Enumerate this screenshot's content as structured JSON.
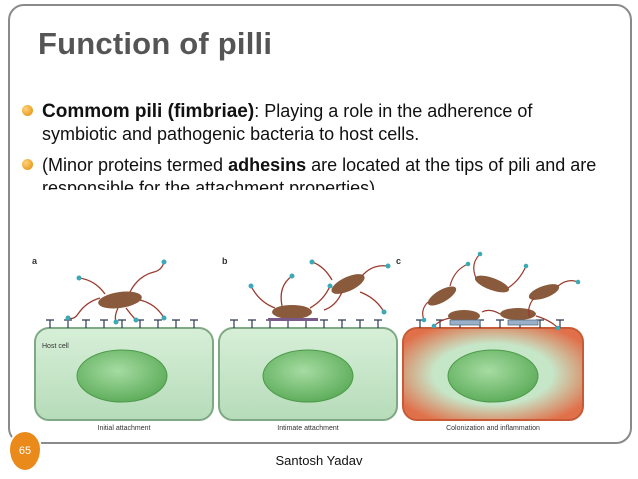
{
  "slide": {
    "title": "Function of pilli",
    "bullets": [
      {
        "lead": "Commom  pili (fimbriae)",
        "text": ": Playing a role in the adherence of symbiotic and pathogenic bacteria to host cells."
      },
      {
        "pre": "(Minor proteins termed ",
        "bold": "adhesins",
        "post": " are located at the tips of pili and are responsible for the attachment properties)."
      }
    ],
    "figure": {
      "panels": [
        {
          "letter": "a",
          "caption": "Initial attachment",
          "label": "Host cell"
        },
        {
          "letter": "b",
          "caption": "Intimate attachment"
        },
        {
          "letter": "c",
          "caption": "Colonization and inflammation"
        }
      ]
    },
    "slide_number": "65",
    "footer": "Santosh Yadav"
  },
  "colors": {
    "title": "#555555",
    "bullet_dot": "#e08a00",
    "slide_number_badge": "#e98a1a",
    "cell_fill": "#c6e6c8",
    "nucleus": "#7cc77a",
    "bacterium": "#8a5a3c",
    "inflammation": "#e0704a"
  }
}
